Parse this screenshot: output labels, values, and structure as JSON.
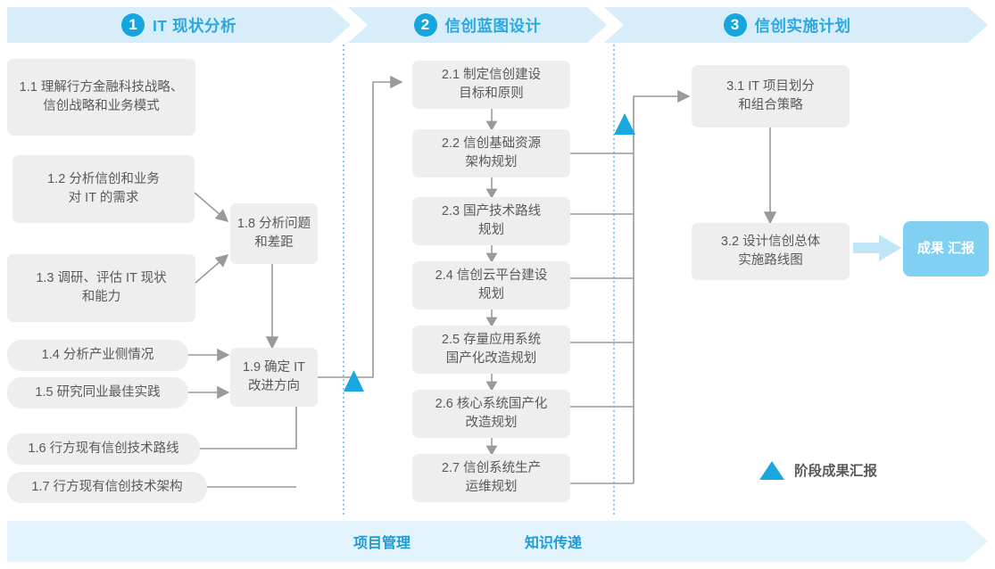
{
  "phases": [
    {
      "num": "1",
      "title": "IT 现状分析"
    },
    {
      "num": "2",
      "title": "信创蓝图设计"
    },
    {
      "num": "3",
      "title": "信创实施计划"
    }
  ],
  "phase1_steps": [
    {
      "id": "1.1",
      "lines": [
        "1.1 理解行方金融科技战略、",
        "信创战略和业务模式"
      ]
    },
    {
      "id": "1.2",
      "lines": [
        "1.2 分析信创和业务",
        "对 IT 的需求"
      ]
    },
    {
      "id": "1.3",
      "lines": [
        "1.3 调研、评估 IT 现状",
        "和能力"
      ]
    },
    {
      "id": "1.4",
      "lines": [
        "1.4 分析产业侧情况"
      ]
    },
    {
      "id": "1.5",
      "lines": [
        "1.5 研究同业最佳实践"
      ]
    },
    {
      "id": "1.6",
      "lines": [
        "1.6 行方现有信创技术路线"
      ]
    },
    {
      "id": "1.7",
      "lines": [
        "1.7 行方现有信创技术架构"
      ]
    },
    {
      "id": "1.8",
      "lines": [
        "1.8 分析问题",
        "和差距"
      ]
    },
    {
      "id": "1.9",
      "lines": [
        "1.9 确定 IT",
        "改进方向"
      ]
    }
  ],
  "phase2_steps": [
    {
      "id": "2.1",
      "lines": [
        "2.1 制定信创建设",
        "目标和原则"
      ]
    },
    {
      "id": "2.2",
      "lines": [
        "2.2 信创基础资源",
        "架构规划"
      ]
    },
    {
      "id": "2.3",
      "lines": [
        "2.3 国产技术路线",
        "规划"
      ]
    },
    {
      "id": "2.4",
      "lines": [
        "2.4 信创云平台建设",
        "规划"
      ]
    },
    {
      "id": "2.5",
      "lines": [
        "2.5 存量应用系统",
        "国产化改造规划"
      ]
    },
    {
      "id": "2.6",
      "lines": [
        "2.6 核心系统国产化",
        "改造规划"
      ]
    },
    {
      "id": "2.7",
      "lines": [
        "2.7 信创系统生产",
        "运维规划"
      ]
    }
  ],
  "phase3_steps": [
    {
      "id": "3.1",
      "lines": [
        "3.1 IT 项目划分",
        "和组合策略"
      ]
    },
    {
      "id": "3.2",
      "lines": [
        "3.2 设计信创总体",
        "实施路线图"
      ]
    }
  ],
  "result": {
    "lines": [
      "成果",
      "汇报"
    ]
  },
  "legend": {
    "label": "阶段成果汇报",
    "marker": "triangle-marker"
  },
  "bottom": {
    "left_label": "项目管理",
    "right_label": "知识传递"
  },
  "colors": {
    "accent": "#15a6e0",
    "title": "#2aa8e2",
    "band": "#d7edfa",
    "bottom_band": "#e2f3fb",
    "box": "#eeeeee",
    "box_text": "#58595b",
    "result": "#7fd0f2",
    "connector": "#9a9a9a",
    "divider": "#4fb9e8"
  }
}
